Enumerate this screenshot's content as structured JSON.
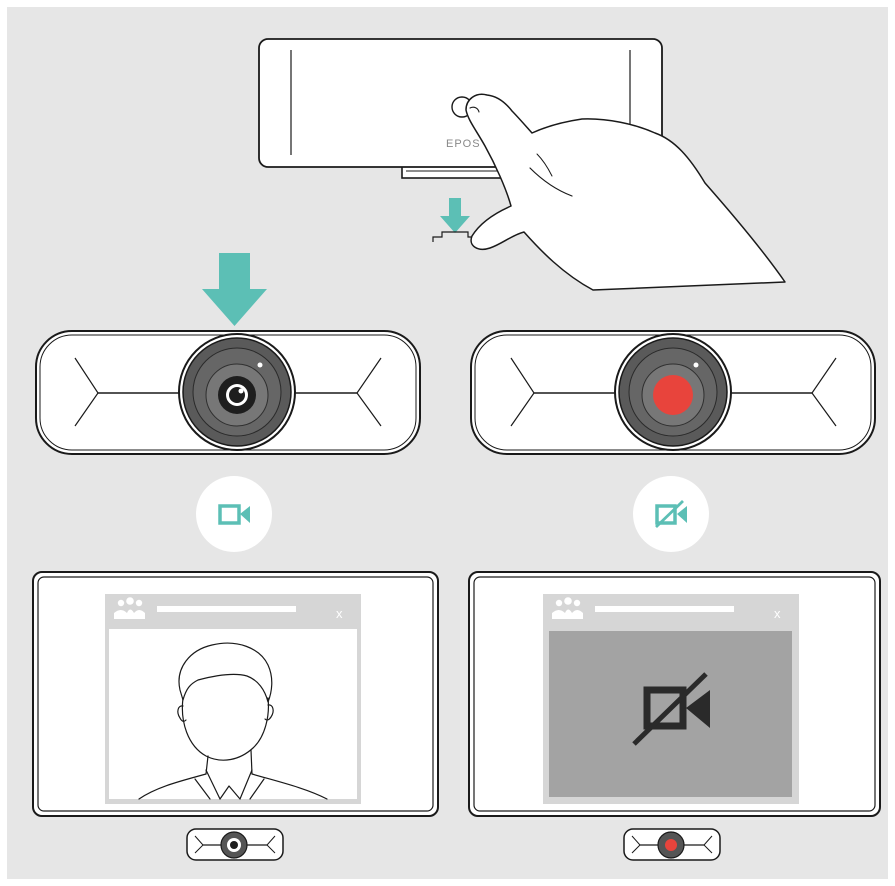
{
  "remote": {
    "brand_text": "EPOS"
  },
  "colors": {
    "background": "#e6e6e6",
    "accent_teal": "#5cbfb5",
    "mute_red": "#e8443c",
    "outline": "#1a1a1a",
    "lens_grey": "#555555",
    "screen_grey": "#a3a3a3",
    "window_grey": "#d6d6d6"
  },
  "icons": {
    "remote_press": "hand-press-icon",
    "down_arrow": "arrow-down-icon",
    "camera_on": "video-camera-icon",
    "camera_off": "video-camera-off-icon",
    "participants": "people-icon",
    "close": "close-icon"
  },
  "panels": [
    {
      "state": "camera-on",
      "status_icon": "video-camera-icon",
      "window_close_label": "x",
      "video": "participant-visible"
    },
    {
      "state": "camera-off",
      "status_icon": "video-camera-off-icon",
      "window_close_label": "x",
      "video": "video-muted"
    }
  ]
}
